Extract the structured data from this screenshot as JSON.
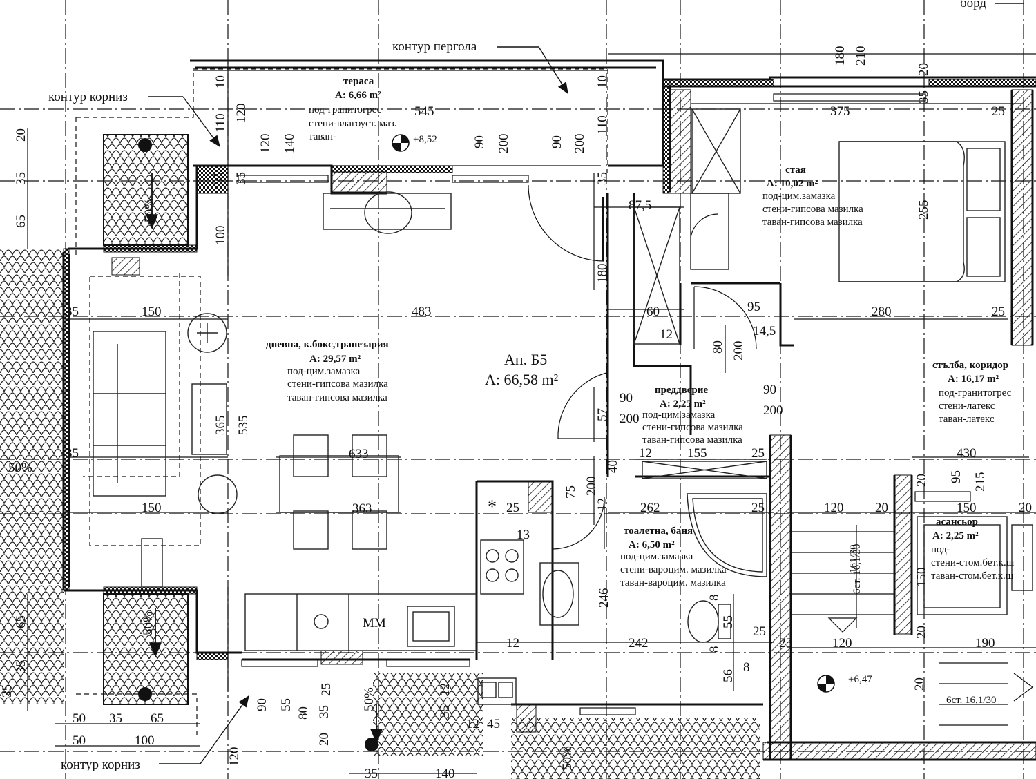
{
  "apartment": {
    "name": "Ап. Б5",
    "area": "А: 66,58 m²"
  },
  "annotations": {
    "pergola": "контур пергола",
    "cornice_top": "контур корниз",
    "cornice_bottom": "контур корниз",
    "bord": "борд",
    "mm": "ММ"
  },
  "rooms": {
    "terrace": {
      "name": "тераса",
      "area": "А: 6,66 m²",
      "floor": "под-гранитогрес",
      "walls": "стени-влагоуст. маз.",
      "ceiling": "таван-"
    },
    "room": {
      "name": "стая",
      "area": "А: 10,02 m²",
      "floor": "под-цим.замазка",
      "walls": "стени-гипсова мазилка",
      "ceiling": "таван-гипсова мазилка"
    },
    "living": {
      "name": "дневна, к.бокс,трапезария",
      "area": "А: 29,57 m²",
      "floor": "под-цим.замазка",
      "walls": "стени-гипсова мазилка",
      "ceiling": "таван-гипсова мазилка"
    },
    "hall": {
      "name": "преддверие",
      "area": "А: 2,25 m²",
      "floor": "под-цим.замазка",
      "walls": "стени-гипсова мазилка",
      "ceiling": "таван-гипсова мазилка"
    },
    "stairs": {
      "name": "стълба, коридор",
      "area": "А: 16,17 m²",
      "floor": "под-гранитогрес",
      "walls": "стени-латекс",
      "ceiling": "таван-латекс"
    },
    "wc": {
      "name": "тоалетна, баня",
      "area": "А: 6,50 m²",
      "floor": "под-цим.замазка",
      "walls": "стени-вароцим. мазилка",
      "ceiling": "таван-вароцим. мазилка"
    },
    "elevator": {
      "name": "асансьор",
      "area": "А: 2,25 m²",
      "floor": "под-",
      "walls": "стени-стом.бет.к.ш",
      "ceiling": "таван-стом.бет.к.ш"
    }
  },
  "levels": {
    "terrace": "+8,52",
    "stairs": "+6,47"
  },
  "stairs_notes": {
    "flight1": "6ст. 16,1/30",
    "flight2": "6ст. 16,1/30"
  },
  "slopes": [
    "50%",
    "50%",
    "50%",
    "50%",
    "50%"
  ],
  "dimensions": [
    "10",
    "10",
    "120",
    "110",
    "110",
    "545",
    "90",
    "200",
    "90",
    "200",
    "120",
    "140",
    "35",
    "35",
    "35",
    "180",
    "210",
    "20",
    "35",
    "375",
    "25",
    "100",
    "87,5",
    "255",
    "180",
    "60",
    "12",
    "95",
    "14,5",
    "483",
    "280",
    "25",
    "80",
    "200",
    "150",
    "35",
    "365",
    "535",
    "633",
    "363",
    "35",
    "150",
    "90",
    "200",
    "57",
    "90",
    "200",
    "12",
    "155",
    "25",
    "430",
    "95",
    "215",
    "20",
    "40",
    "200",
    "75",
    "12",
    "25",
    "262",
    "25",
    "120",
    "20",
    "150",
    "20",
    "13",
    "246",
    "150",
    "20",
    "25",
    "25",
    "12",
    "242",
    "120",
    "190",
    "161/30",
    "55",
    "8",
    "8",
    "8",
    "56",
    "20",
    "90",
    "55",
    "80",
    "20",
    "35",
    "25",
    "12",
    "35",
    "12",
    "45",
    "50",
    "35",
    "65",
    "50",
    "100",
    "35",
    "140",
    "65",
    "65",
    "35",
    "35",
    "20",
    "35",
    "120"
  ]
}
